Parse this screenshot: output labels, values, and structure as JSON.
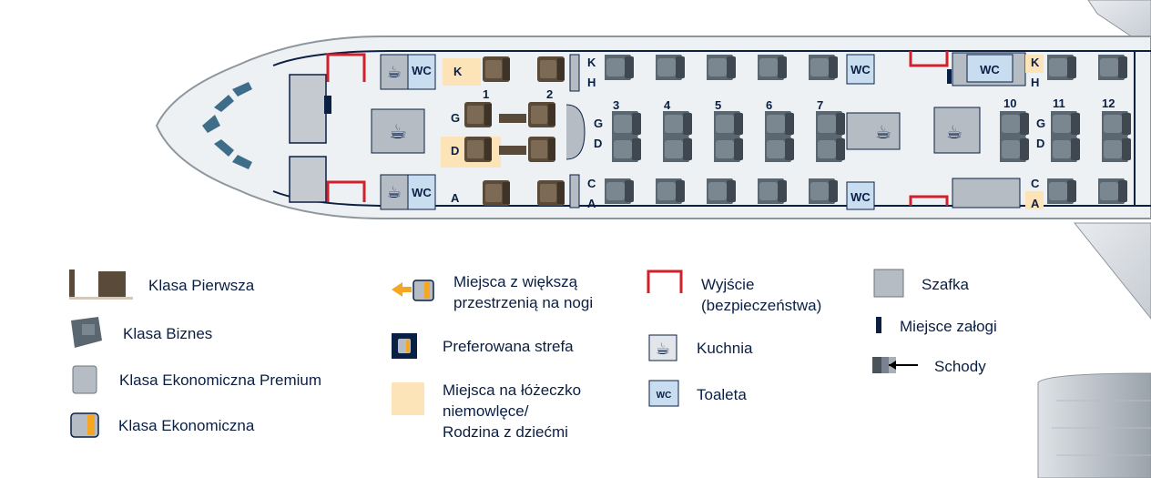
{
  "cabin": {
    "wc_label": "WC",
    "first_rows": [
      "1",
      "2"
    ],
    "first_letters": [
      "K",
      "G",
      "D",
      "A"
    ],
    "business_rows": [
      "3",
      "4",
      "5",
      "6",
      "7"
    ],
    "business_rows_rear": [
      "10",
      "11",
      "12"
    ],
    "business_letters_left": [
      "K",
      "H",
      "G",
      "D",
      "C",
      "A"
    ],
    "business_letters_rear": [
      "K",
      "H",
      "G",
      "D",
      "C",
      "A"
    ]
  },
  "legend": {
    "first_class": "Klasa Pierwsza",
    "business_class": "Klasa Biznes",
    "premium_economy": "Klasa Ekonomiczna Premium",
    "economy": "Klasa Ekonomiczna",
    "extra_legroom_line1": "Miejsca z większą",
    "extra_legroom_line2": "przestrzenią na nogi",
    "preferred_zone": "Preferowana strefa",
    "bassinet_line1": "Miejsca na łóżeczko",
    "bassinet_line2": "niemowlęce/",
    "bassinet_line3": "Rodzina z dziećmi",
    "exit_line1": "Wyjście",
    "exit_line2": "(bezpieczeństwa)",
    "galley": "Kuchnia",
    "toilet": "Toaleta",
    "toilet_icon": "WC",
    "closet": "Szafka",
    "crew_seat": "Miejsce załogi",
    "stairs": "Schody"
  },
  "colors": {
    "navy": "#0a1f44",
    "exit_red": "#d0202a",
    "bassinet": "#fde3b8",
    "wc_blue": "#c9ddf0",
    "closet_gray": "#b5bcc4",
    "business_seat": "#5b6770",
    "first_seat": "#5a4a3a",
    "legroom_orange": "#f5a623"
  }
}
